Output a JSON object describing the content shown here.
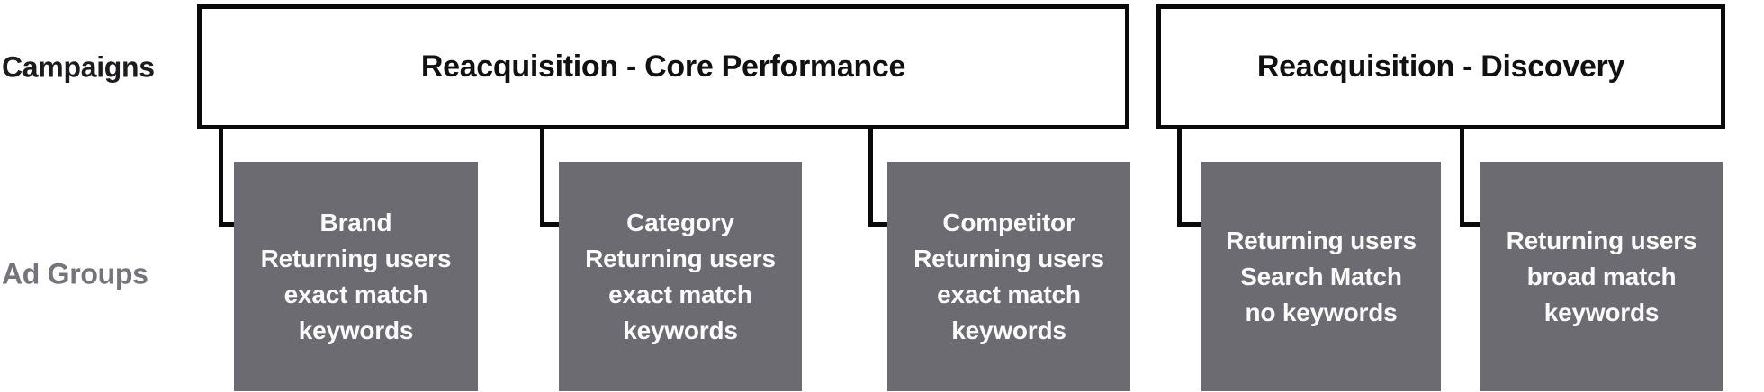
{
  "row_labels": {
    "campaigns": "Campaigns",
    "ad_groups": "Ad Groups"
  },
  "campaigns": [
    {
      "title": "Reacquisition - Core Performance"
    },
    {
      "title": "Reacquisition - Discovery"
    }
  ],
  "ad_groups": [
    {
      "campaign": "Reacquisition - Core Performance",
      "lines": [
        "Brand",
        "Returning users",
        "exact match",
        "keywords"
      ]
    },
    {
      "campaign": "Reacquisition - Core Performance",
      "lines": [
        "Category",
        "Returning users",
        "exact match",
        "keywords"
      ]
    },
    {
      "campaign": "Reacquisition - Core Performance",
      "lines": [
        "Competitor",
        "Returning users",
        "exact match",
        "keywords"
      ]
    },
    {
      "campaign": "Reacquisition - Discovery",
      "lines": [
        "Returning users",
        "Search Match",
        "no keywords"
      ]
    },
    {
      "campaign": "Reacquisition - Discovery",
      "lines": [
        "Returning users",
        "broad match",
        "keywords"
      ]
    }
  ],
  "colors": {
    "background": "#ffffff",
    "campaign_border": "#0a0a0a",
    "campaign_text": "#111111",
    "connector": "#0a0a0a",
    "adgroup_background": "#6d6b72",
    "adgroup_text": "#fafafa",
    "campaigns_label": "#1c1c1e",
    "ad_groups_label": "#76747a"
  }
}
